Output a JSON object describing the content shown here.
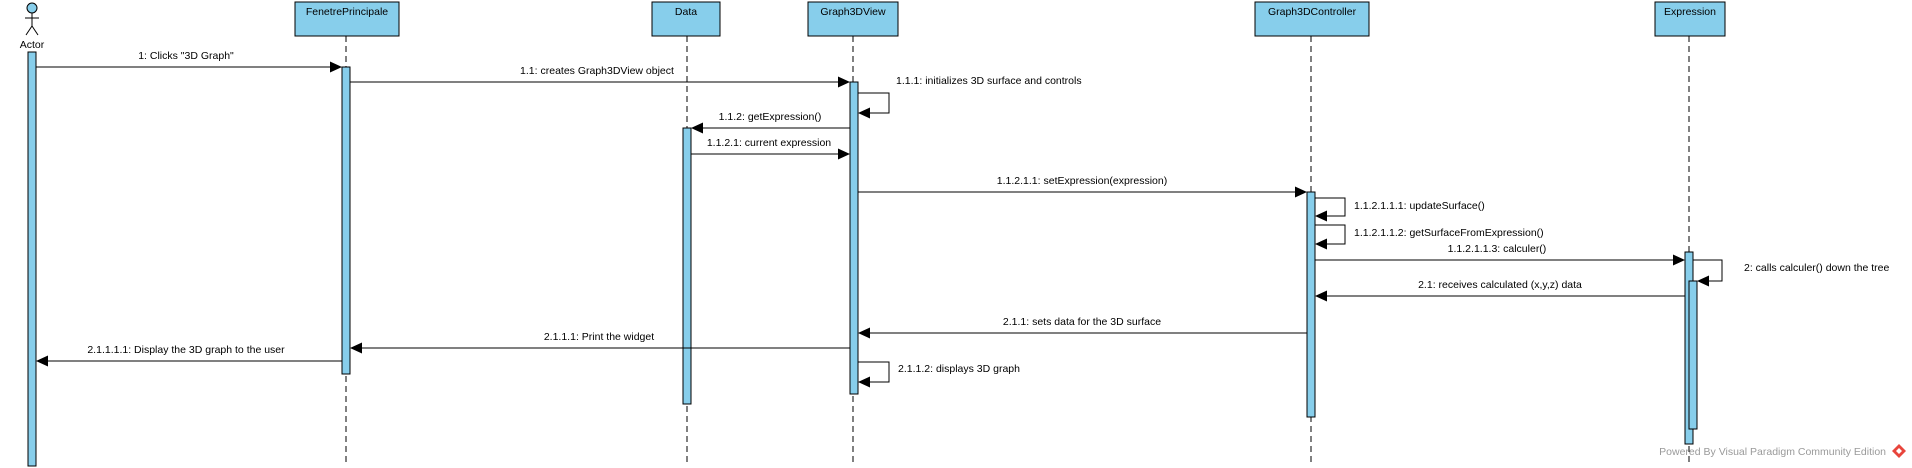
{
  "actor": {
    "label": "Actor"
  },
  "lifelines": [
    {
      "id": "fp",
      "label": "FenetrePrincipale"
    },
    {
      "id": "data",
      "label": "Data"
    },
    {
      "id": "g3v",
      "label": "Graph3DView"
    },
    {
      "id": "g3c",
      "label": "Graph3DController"
    },
    {
      "id": "expr",
      "label": "Expression"
    }
  ],
  "messages": [
    {
      "id": "m1",
      "label": "1: Clicks \"3D Graph\""
    },
    {
      "id": "m2",
      "label": "1.1: creates Graph3DView object"
    },
    {
      "id": "m3",
      "label": "1.1.1: initializes 3D surface and controls"
    },
    {
      "id": "m4",
      "label": "1.1.2: getExpression()"
    },
    {
      "id": "m5",
      "label": "1.1.2.1: current expression"
    },
    {
      "id": "m6",
      "label": "1.1.2.1.1: setExpression(expression)"
    },
    {
      "id": "m7",
      "label": "1.1.2.1.1.1: updateSurface()"
    },
    {
      "id": "m8",
      "label": "1.1.2.1.1.2: getSurfaceFromExpression()"
    },
    {
      "id": "m9",
      "label": "1.1.2.1.1.3: calculer()"
    },
    {
      "id": "m10",
      "label": "2: calls calculer() down the tree"
    },
    {
      "id": "m11",
      "label": "2.1: receives calculated (x,y,z) data"
    },
    {
      "id": "m12",
      "label": "2.1.1: sets data for the 3D surface"
    },
    {
      "id": "m13",
      "label": "2.1.1.1: Print the widget"
    },
    {
      "id": "m14",
      "label": "2.1.1.1.1: Display  the 3D graph to the user"
    },
    {
      "id": "m15",
      "label": "2.1.1.2: displays 3D graph"
    }
  ],
  "watermark": "Powered By  Visual Paradigm Community Edition"
}
